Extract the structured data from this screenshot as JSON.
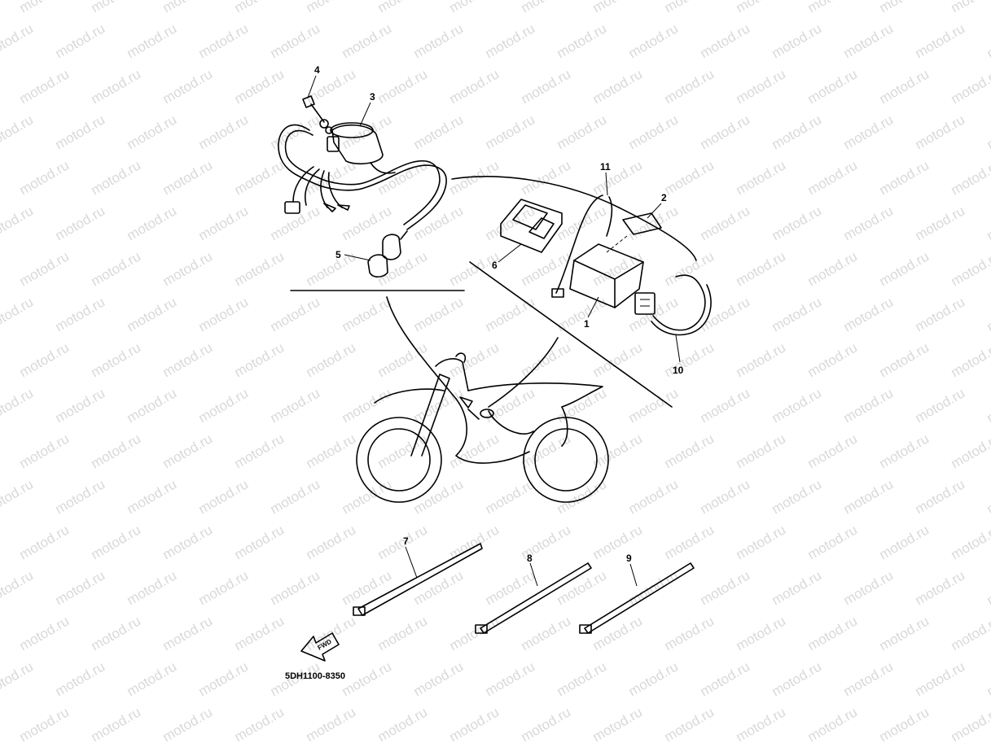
{
  "watermark": {
    "text": "motod.ru",
    "color": "#d9d9d9"
  },
  "callouts": [
    {
      "id": "label-1",
      "text": "1"
    },
    {
      "id": "label-2",
      "text": "2"
    },
    {
      "id": "label-3",
      "text": "3"
    },
    {
      "id": "label-4",
      "text": "4"
    },
    {
      "id": "label-5",
      "text": "5"
    },
    {
      "id": "label-6",
      "text": "6"
    },
    {
      "id": "label-7",
      "text": "7"
    },
    {
      "id": "label-8",
      "text": "8"
    },
    {
      "id": "label-9",
      "text": "9"
    },
    {
      "id": "label-10",
      "text": "10"
    },
    {
      "id": "label-11",
      "text": "11"
    }
  ],
  "fwd_arrow": {
    "text": "FWD"
  },
  "diagram_code": "5DH1100-8350",
  "colors": {
    "lines": "#000000",
    "background": "#ffffff"
  }
}
